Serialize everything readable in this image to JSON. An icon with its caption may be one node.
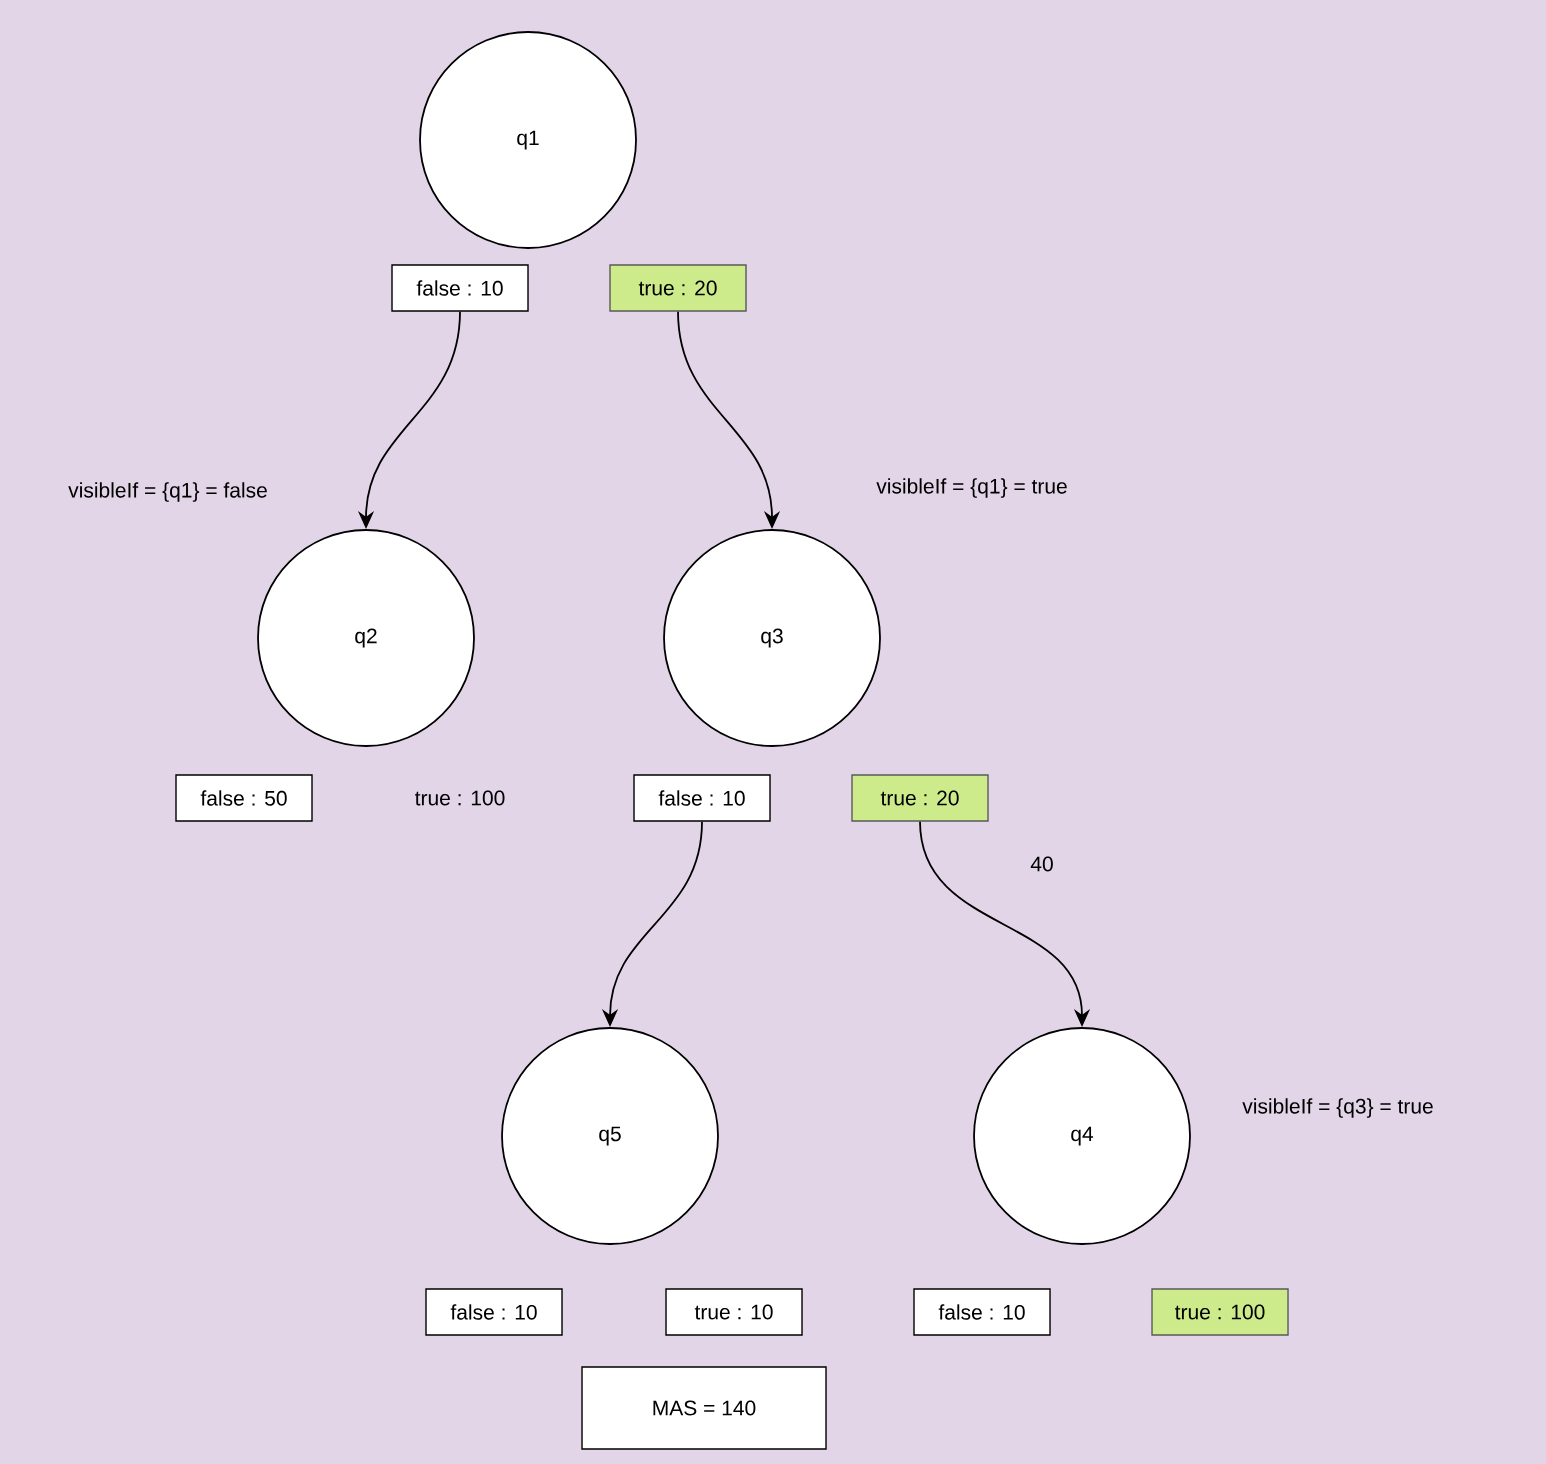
{
  "diagram": {
    "nodes": [
      {
        "text": [
          "q1"
        ]
      },
      {
        "text": [
          "false : 10"
        ]
      },
      {
        "text": [
          "true : 20"
        ]
      },
      {
        "text": [
          "q2"
        ]
      },
      {
        "text": [
          "q3"
        ]
      },
      {
        "text": [
          "false : 50"
        ]
      },
      {
        "text": [
          "false : 10"
        ]
      },
      {
        "text": [
          "true : 20"
        ]
      },
      {
        "text": [
          "q5"
        ]
      },
      {
        "text": [
          "q4"
        ]
      },
      {
        "text": [
          "false : 10"
        ]
      },
      {
        "text": [
          "true : 10"
        ]
      },
      {
        "text": [
          "false : 10"
        ]
      },
      {
        "text": [
          "true : 100"
        ]
      },
      {
        "text": [
          "MAS = 140"
        ]
      }
    ],
    "edges": [
      {
        "from": 1,
        "to": 3,
        "arrow": "to"
      },
      {
        "from": 2,
        "to": 4,
        "arrow": "to"
      },
      {
        "from": 6,
        "to": 8,
        "arrow": "to"
      },
      {
        "from": 7,
        "to": 9,
        "arrow": "to"
      }
    ],
    "labels": [
      "visibleIf = {q1} = false",
      "visibleIf = {q1} = true",
      "true : 100",
      "40",
      "visibleIf = {q3} = true"
    ]
  }
}
